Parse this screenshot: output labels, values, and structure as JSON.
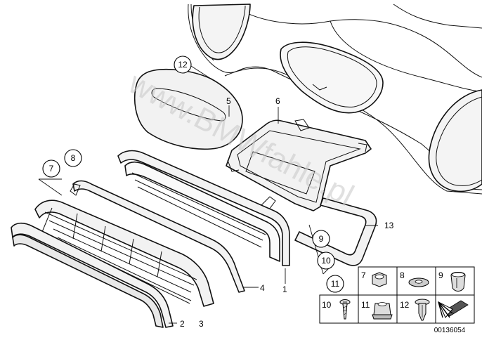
{
  "watermark": "www.BMWfahle.pl",
  "callouts": {
    "c1": "1",
    "c2": "2",
    "c3": "3",
    "c4": "4",
    "c5": "5",
    "c6": "6",
    "c7": "7",
    "c8": "8",
    "c9": "9",
    "c10": "10",
    "c11": "11",
    "c12": "12",
    "c13": "13"
  },
  "legend": {
    "cells": [
      "7",
      "8",
      "9",
      "10",
      "11",
      "12"
    ]
  },
  "diagram_id": "00136054",
  "icons": {
    "nut": "hex-nut-icon",
    "washer": "washer-icon",
    "clip": "clip-icon",
    "screw": "screw-icon",
    "cage_nut": "cage-nut-icon",
    "rivet": "expanding-rivet-icon",
    "direction": "direction-arrow-icon"
  }
}
